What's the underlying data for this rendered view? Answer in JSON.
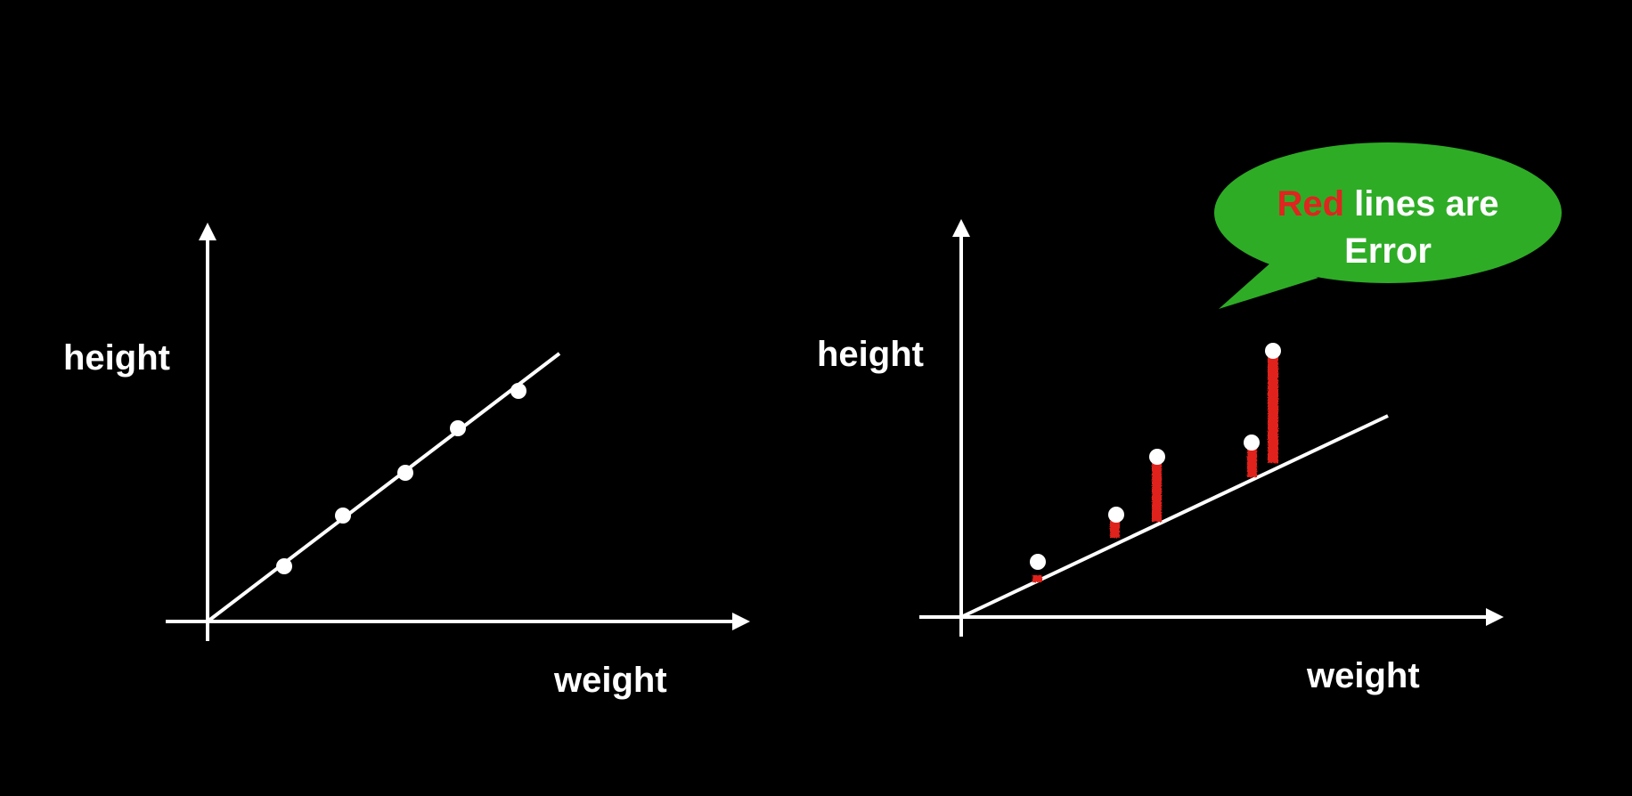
{
  "colors": {
    "background": "#000000",
    "foreground": "#ffffff",
    "error": "#e0241f",
    "callout": "#2eac26"
  },
  "left_panel": {
    "ylabel": "height",
    "xlabel": "weight",
    "fit_line": "perfect fit through all points"
  },
  "right_panel": {
    "ylabel": "height",
    "xlabel": "weight",
    "callout": {
      "highlight": "Red",
      "line1_rest": " lines are",
      "line2": "Error"
    }
  }
}
